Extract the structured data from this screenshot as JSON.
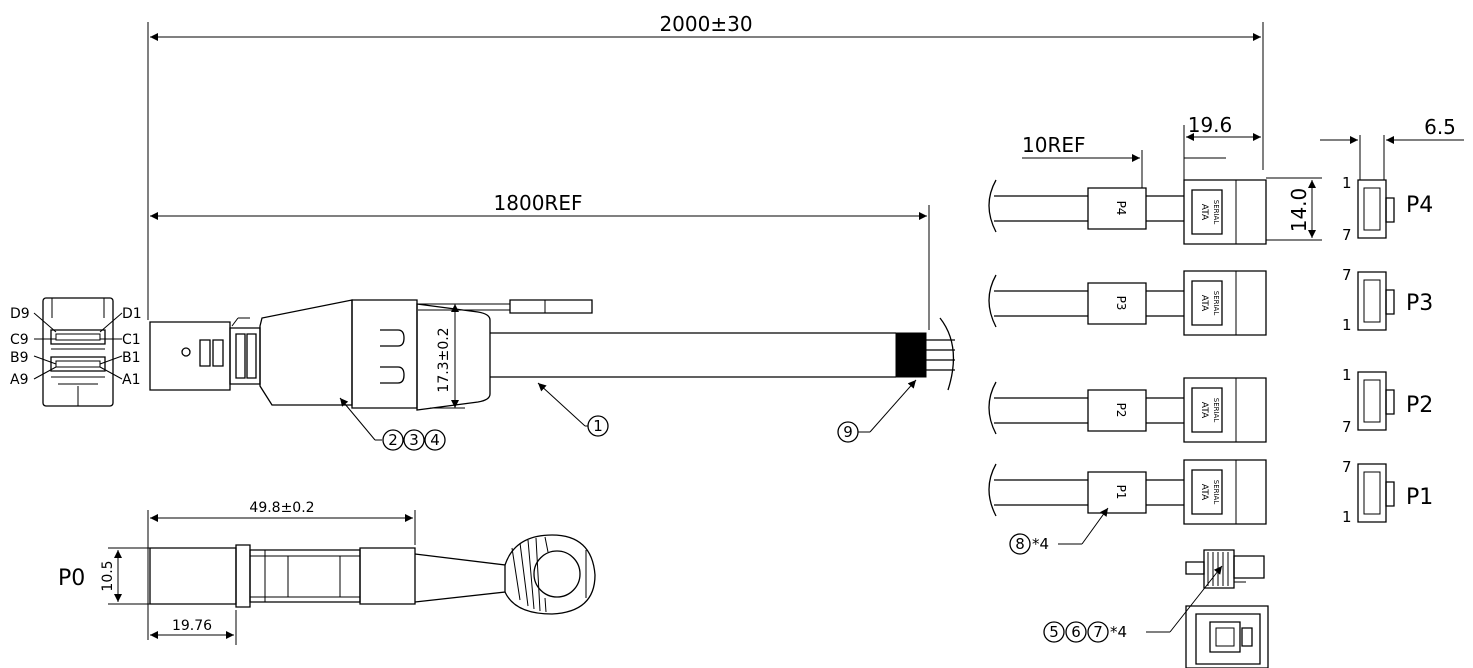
{
  "dimensions": {
    "overall": "2000±30",
    "cable": "1800REF",
    "p4_ref": "10REF",
    "connector_len": "19.6",
    "connector_height": "14.0",
    "side_width": "6.5",
    "boot_height": "17.3±0.2",
    "p0_length": "49.8±0.2",
    "p0_height": "10.5",
    "p0_width": "19.76"
  },
  "pin_labels": {
    "left": [
      "D9",
      "C9",
      "B9",
      "A9"
    ],
    "right": [
      "D1",
      "C1",
      "B1",
      "A1"
    ]
  },
  "ports": {
    "p0": "P0",
    "branches": [
      "P4",
      "P3",
      "P2",
      "P1"
    ],
    "side_pin_top": [
      "1",
      "7",
      "1",
      "7"
    ],
    "side_pin_bottom": [
      "7",
      "1",
      "7",
      "1"
    ]
  },
  "sata_mark": {
    "top": "SERIAL",
    "bottom": "ATA"
  },
  "callouts": {
    "c1": "1",
    "c2": "2",
    "c3": "3",
    "c4": "4",
    "c5": "5",
    "c6": "6",
    "c7": "7",
    "c8": "8",
    "c9": "9",
    "qty": "*4"
  }
}
